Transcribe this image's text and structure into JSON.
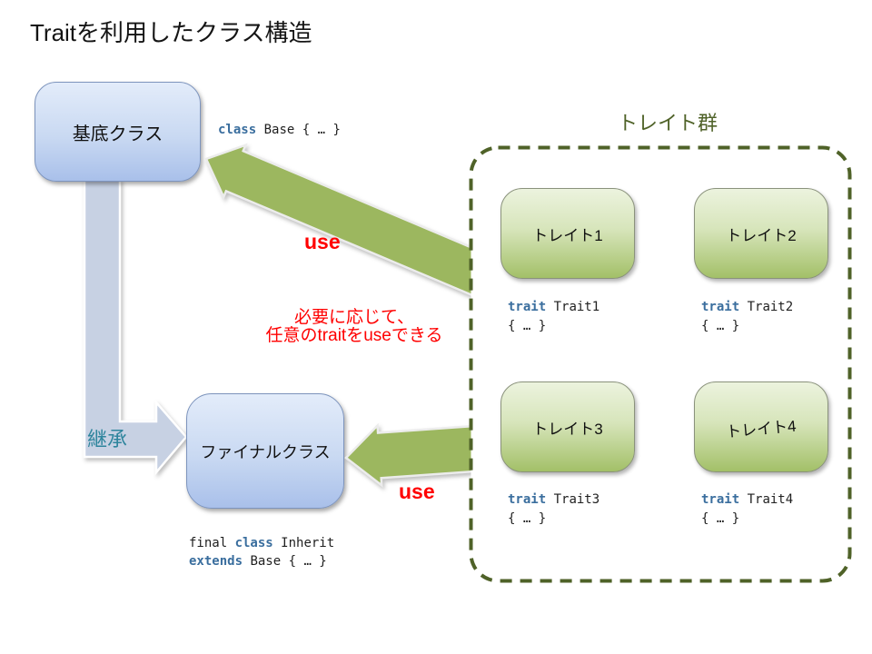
{
  "title": "Traitを利用したクラス構造",
  "boxes": {
    "base": {
      "label": "基底クラス"
    },
    "final": {
      "label": "ファイナルクラス"
    },
    "traits": [
      {
        "label": "トレイト1"
      },
      {
        "label": "トレイト2"
      },
      {
        "label": "トレイト3"
      },
      {
        "label": "トレイト4"
      }
    ]
  },
  "group": {
    "label": "トレイト群"
  },
  "labels": {
    "use_top": "use",
    "use_bottom": "use",
    "inherit": "継承"
  },
  "note": {
    "line1": "必要に応じて、",
    "line2": "任意のtraitをuseできる"
  },
  "code": {
    "base": [
      [
        {
          "t": "class",
          "k": true
        },
        {
          "t": " Base { … }"
        }
      ]
    ],
    "trait1": [
      [
        {
          "t": "trait",
          "k": true
        },
        {
          "t": " Trait1"
        }
      ],
      [
        {
          "t": "{ … }"
        }
      ]
    ],
    "trait2": [
      [
        {
          "t": "trait",
          "k": true
        },
        {
          "t": " Trait2"
        }
      ],
      [
        {
          "t": "{ … }"
        }
      ]
    ],
    "trait3": [
      [
        {
          "t": "trait",
          "k": true
        },
        {
          "t": " Trait3"
        }
      ],
      [
        {
          "t": "{ … }"
        }
      ]
    ],
    "trait4": [
      [
        {
          "t": "trait",
          "k": true
        },
        {
          "t": " Trait4"
        }
      ],
      [
        {
          "t": "{ … }"
        }
      ]
    ],
    "final": [
      [
        {
          "t": "final "
        },
        {
          "t": "class",
          "k": true
        },
        {
          "t": " Inherit"
        }
      ],
      [
        {
          "t": "extends",
          "k": true
        },
        {
          "t": " Base { … }"
        }
      ]
    ]
  },
  "colors": {
    "blue_box_top": "#e3ecfa",
    "blue_box_bottom": "#a9c0ea",
    "green_box_top": "#ecf3de",
    "green_box_bottom": "#a3c068",
    "arrow_green": "#9cb75f",
    "arrow_gray": "#c7d1e3",
    "keyword_blue": "#3a6e9e",
    "group_green": "#4f6228",
    "use_red": "#ff0000",
    "inherit_teal": "#2f859d"
  }
}
